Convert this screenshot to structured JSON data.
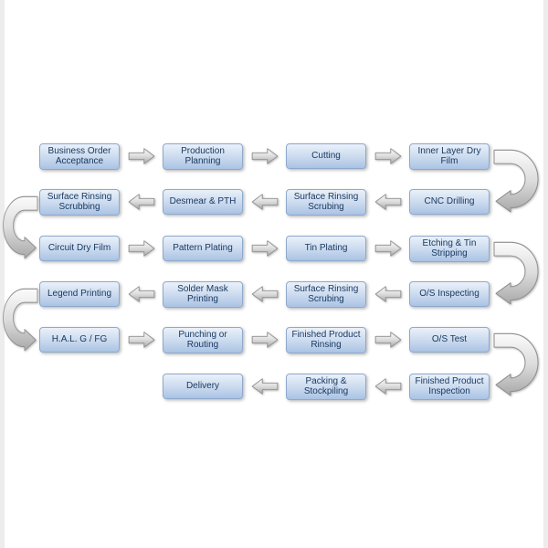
{
  "diagram": {
    "kind": "process-flowchart",
    "colors": {
      "box_fill_top": "#eaf1fa",
      "box_fill_bottom": "#aac3e4",
      "box_border": "#8fa9cc",
      "box_text": "#17375e",
      "arrow_fill": "#d9d9d9",
      "arrow_outline": "#8f8f8f"
    },
    "rows": [
      {
        "direction": "right",
        "boxes": [
          "Business Order Acceptance",
          "Production Planning",
          "Cutting",
          "Inner Layer Dry Film"
        ]
      },
      {
        "direction": "left",
        "boxes": [
          "Surface Rinsing Scrubbing",
          "Desmear & PTH",
          "Surface Rinsing Scrubing",
          "CNC Drilling"
        ]
      },
      {
        "direction": "right",
        "boxes": [
          "Circuit Dry Film",
          "Pattern Plating",
          "Tin Plating",
          "Etching & Tin Stripping"
        ]
      },
      {
        "direction": "left",
        "boxes": [
          "Legend Printing",
          "Solder Mask Printing",
          "Surface Rinsing Scrubing",
          "O/S Inspecting"
        ]
      },
      {
        "direction": "right",
        "boxes": [
          "H.A.L. G / FG",
          "Punching or Routing",
          "Finished Product Rinsing",
          "O/S Test"
        ]
      },
      {
        "direction": "left",
        "boxes": [
          "",
          "Delivery",
          "Packing & Stockpiling",
          "Finished Product Inspection"
        ]
      }
    ]
  }
}
